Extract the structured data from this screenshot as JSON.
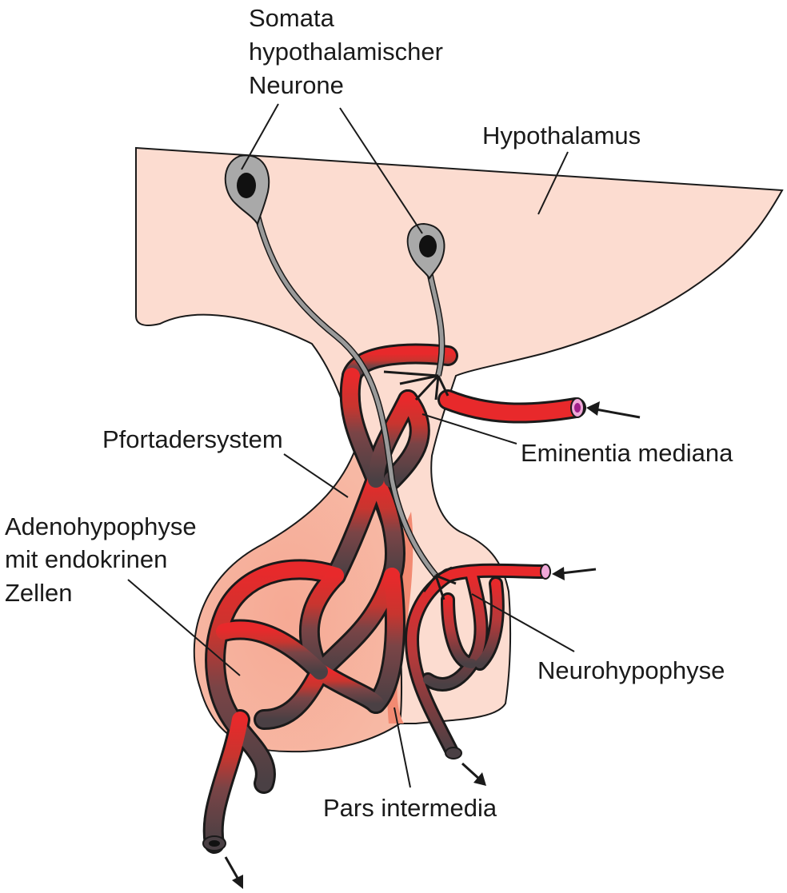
{
  "labels": {
    "somata_line1": "Somata",
    "somata_line2": "hypothalamischer",
    "somata_line3": "Neurone",
    "hypothalamus": "Hypothalamus",
    "pfortadersystem": "Pfortadersystem",
    "eminentia": "Eminentia mediana",
    "adeno_line1": "Adenohypophyse",
    "adeno_line2": "mit endokrinen",
    "adeno_line3": "Zellen",
    "neurohypophyse": "Neurohypophyse",
    "pars_intermedia": "Pars intermedia"
  },
  "colors": {
    "tissue": "#fcdcd0",
    "adenohypophysis": "#f7b7a1",
    "pars_intermedia": "#f28a72",
    "artery": "#e8292b",
    "vein": "#4a4044",
    "neuron_body": "#a9a9a9",
    "nucleus": "#111111",
    "axon": "#8a8a8a"
  }
}
